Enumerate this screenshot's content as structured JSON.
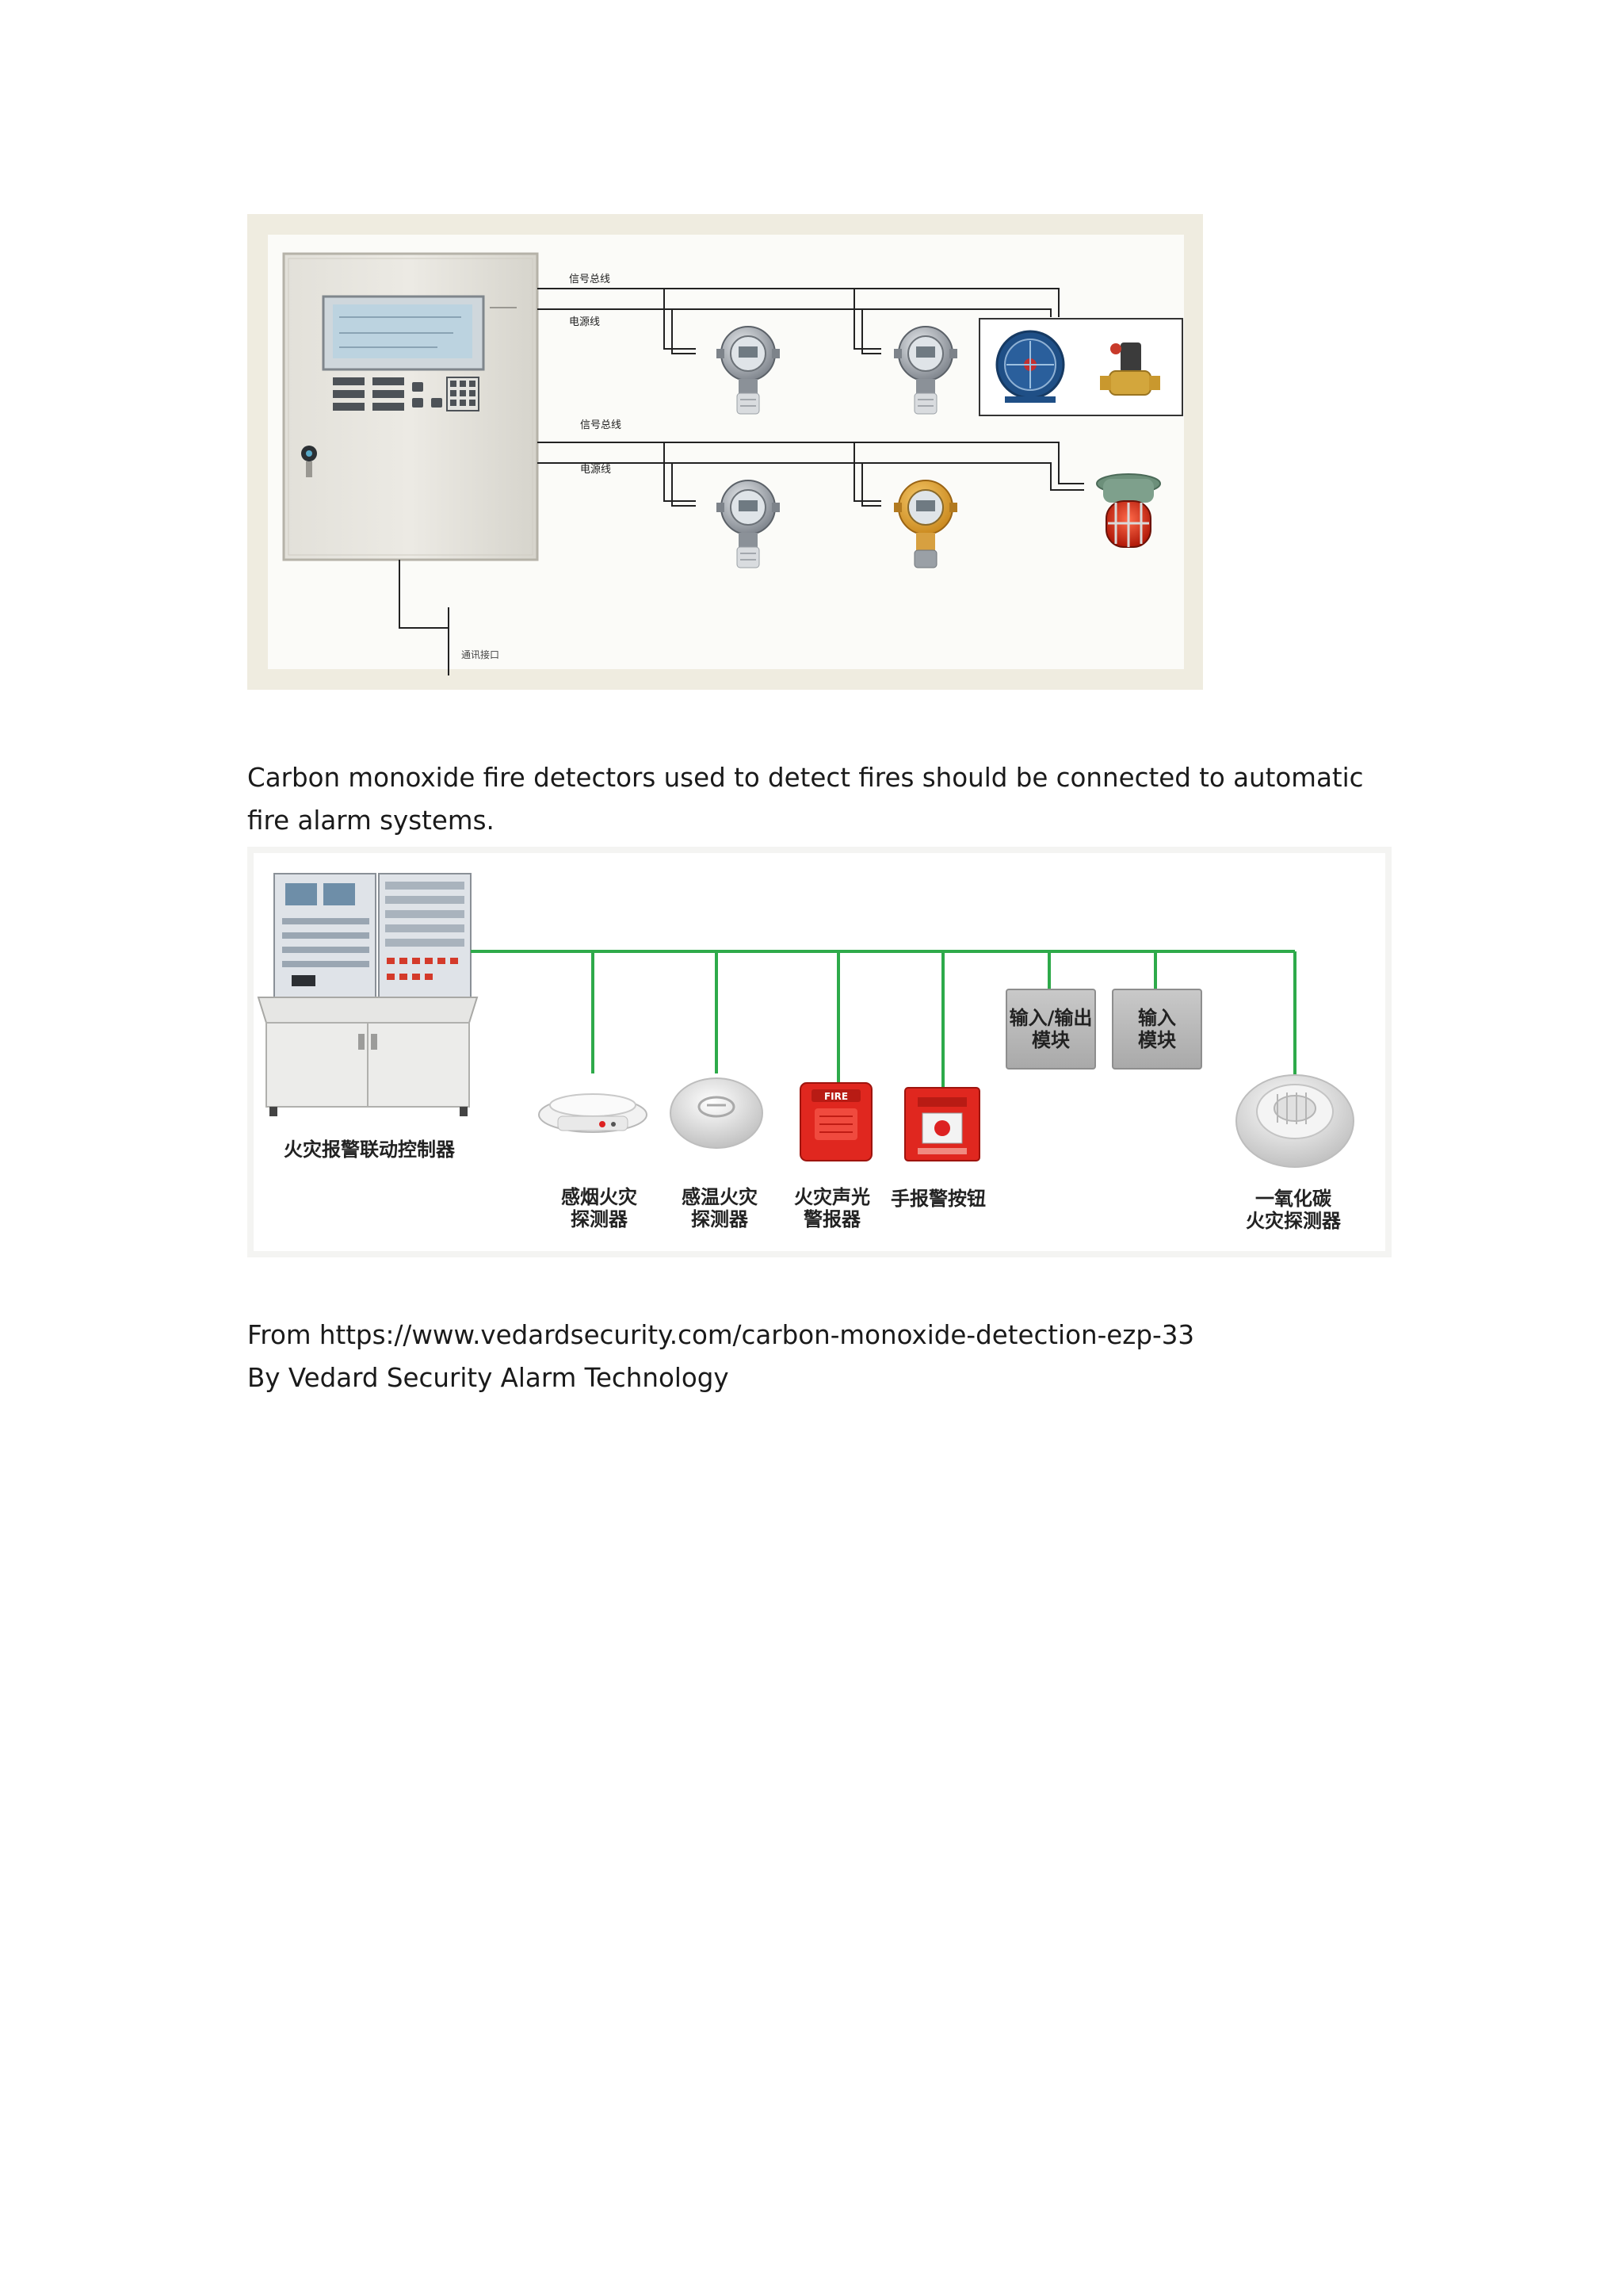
{
  "figure1": {
    "labels": {
      "signal_bus_top": "信号总线",
      "power_line_top": "电源线",
      "signal_bus_bottom": "信号总线",
      "power_line_bottom": "电源线",
      "comm_port": "通讯接口"
    }
  },
  "caption": {
    "text": "Carbon monoxide fire detectors used to detect fires should be connected to automatic fire alarm systems."
  },
  "figure2": {
    "controller_label": "火灾报警联动控制器",
    "smoke_detector": [
      "感烟火灾",
      "探测器"
    ],
    "heat_detector": [
      "感温火灾",
      "探测器"
    ],
    "sound_light_alarm": [
      "火灾声光",
      "警报器"
    ],
    "manual_button": "手报警按钮",
    "io_module": [
      "输入/输出",
      "模块"
    ],
    "input_module": [
      "输入",
      "模块"
    ],
    "co_detector": [
      "一氧化碳",
      "火灾探测器"
    ],
    "fire_sign": "FIRE",
    "colors": {
      "bus": "#2eaa4a",
      "alarm_red": "#e0271f",
      "module_gray": "#b9b9b9"
    }
  },
  "source": {
    "from_line": "From https://www.vedardsecurity.com/carbon-monoxide-detection-ezp-33",
    "by_line": "By Vedard Security Alarm Technology"
  }
}
